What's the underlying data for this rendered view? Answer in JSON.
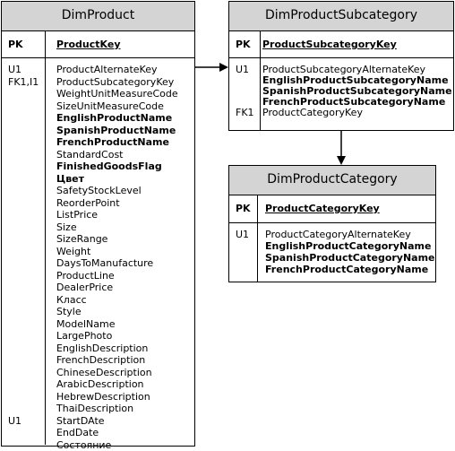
{
  "entities": {
    "product": {
      "title": "DimProduct",
      "pk_label": "PK",
      "pk_field": "ProductKey",
      "keys": [
        {
          "label": "U1"
        },
        {
          "label": "FK1,I1"
        },
        {
          "label": "U1"
        }
      ],
      "attributes": [
        {
          "name": "ProductAlternateKey",
          "bold": false
        },
        {
          "name": "ProductSubcategoryKey",
          "bold": false
        },
        {
          "name": "WeightUnitMeasureCode",
          "bold": false
        },
        {
          "name": "SizeUnitMeasureCode",
          "bold": false
        },
        {
          "name": "EnglishProductName",
          "bold": true
        },
        {
          "name": "SpanishProductName",
          "bold": true
        },
        {
          "name": "FrenchProductName",
          "bold": true
        },
        {
          "name": "StandardCost",
          "bold": false
        },
        {
          "name": "FinishedGoodsFlag",
          "bold": true
        },
        {
          "name": "Цвет",
          "bold": true
        },
        {
          "name": "SafetyStockLevel",
          "bold": false
        },
        {
          "name": "ReorderPoint",
          "bold": false
        },
        {
          "name": "ListPrice",
          "bold": false
        },
        {
          "name": "Size",
          "bold": false
        },
        {
          "name": "SizeRange",
          "bold": false
        },
        {
          "name": "Weight",
          "bold": false
        },
        {
          "name": "DaysToManufacture",
          "bold": false
        },
        {
          "name": "ProductLine",
          "bold": false
        },
        {
          "name": "DealerPrice",
          "bold": false
        },
        {
          "name": "Класс",
          "bold": false
        },
        {
          "name": "Style",
          "bold": false
        },
        {
          "name": "ModelName",
          "bold": false
        },
        {
          "name": "LargePhoto",
          "bold": false
        },
        {
          "name": "EnglishDescription",
          "bold": false
        },
        {
          "name": "FrenchDescription",
          "bold": false
        },
        {
          "name": "ChineseDescription",
          "bold": false
        },
        {
          "name": "ArabicDescription",
          "bold": false
        },
        {
          "name": "HebrewDescription",
          "bold": false
        },
        {
          "name": "ThaiDescription",
          "bold": false
        },
        {
          "name": "StartDAte",
          "bold": false
        },
        {
          "name": "EndDate",
          "bold": false
        },
        {
          "name": "Состояние",
          "bold": false
        }
      ]
    },
    "subcategory": {
      "title": "DimProductSubcategory",
      "pk_label": "PK",
      "pk_field": "ProductSubcategoryKey",
      "keys": [
        {
          "label": "U1"
        },
        {
          "label": "FK1"
        }
      ],
      "attributes": [
        {
          "name": "ProductSubcategoryAlternateKey",
          "bold": false
        },
        {
          "name": "EnglishProductSubcategoryName",
          "bold": true
        },
        {
          "name": "SpanishProductSubcategoryName",
          "bold": true
        },
        {
          "name": "FrenchProductSubcategoryName",
          "bold": true
        },
        {
          "name": "ProductCategoryKey",
          "bold": false
        }
      ]
    },
    "category": {
      "title": "DimProductCategory",
      "pk_label": "PK",
      "pk_field": "ProductCategoryKey",
      "keys": [
        {
          "label": "U1"
        }
      ],
      "attributes": [
        {
          "name": "ProductCategoryAlternateKey",
          "bold": false
        },
        {
          "name": "EnglishProductCategoryName",
          "bold": true
        },
        {
          "name": "SpanishProductCategoryName",
          "bold": true
        },
        {
          "name": "FrenchProductCategoryName",
          "bold": true
        }
      ]
    }
  },
  "colors": {
    "header_fill": "#d4d4d4",
    "border": "#000000",
    "background": "#ffffff"
  }
}
